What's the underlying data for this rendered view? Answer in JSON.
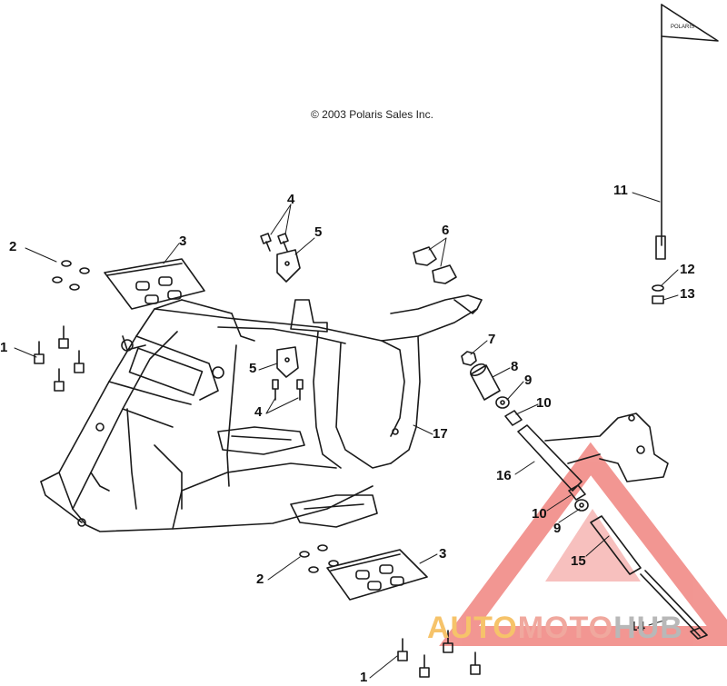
{
  "copyright": "© 2003 Polaris Sales Inc.",
  "flag_text": "POLARIS",
  "watermark": {
    "part1": "AUTO",
    "part2": "MOTO",
    "part3": "HUB"
  },
  "callouts": [
    {
      "id": "c-1a",
      "label": "1"
    },
    {
      "id": "c-2a",
      "label": "2"
    },
    {
      "id": "c-3a",
      "label": "3"
    },
    {
      "id": "c-4a",
      "label": "4"
    },
    {
      "id": "c-5a",
      "label": "5"
    },
    {
      "id": "c-6",
      "label": "6"
    },
    {
      "id": "c-7",
      "label": "7"
    },
    {
      "id": "c-8",
      "label": "8"
    },
    {
      "id": "c-9a",
      "label": "9"
    },
    {
      "id": "c-10a",
      "label": "10"
    },
    {
      "id": "c-11",
      "label": "11"
    },
    {
      "id": "c-12",
      "label": "12"
    },
    {
      "id": "c-13",
      "label": "13"
    },
    {
      "id": "c-5b",
      "label": "5"
    },
    {
      "id": "c-4b",
      "label": "4"
    },
    {
      "id": "c-17",
      "label": "17"
    },
    {
      "id": "c-16",
      "label": "16"
    },
    {
      "id": "c-10b",
      "label": "10"
    },
    {
      "id": "c-9b",
      "label": "9"
    },
    {
      "id": "c-15",
      "label": "15"
    },
    {
      "id": "c-2b",
      "label": "2"
    },
    {
      "id": "c-3b",
      "label": "3"
    },
    {
      "id": "c-14",
      "label": "14"
    },
    {
      "id": "c-1b",
      "label": "1"
    }
  ],
  "colors": {
    "line": "#1a1a1a",
    "watermark_red": "#e8413a",
    "watermark_yellow": "#f6c36a",
    "watermark_gray": "#b8b8b8"
  }
}
